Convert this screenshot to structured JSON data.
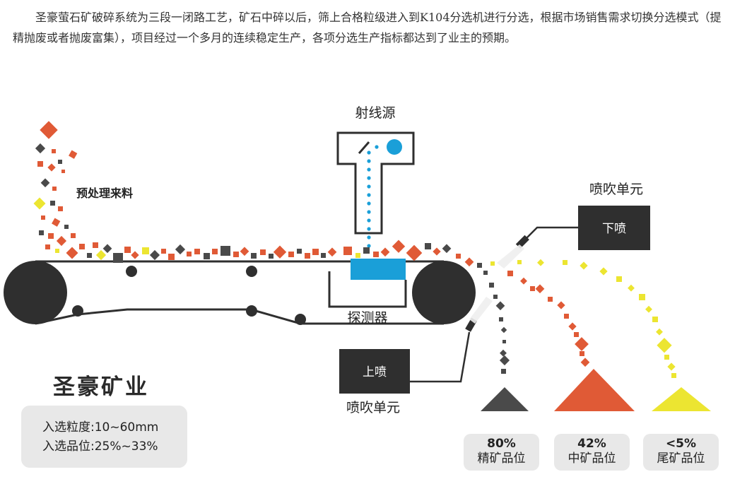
{
  "intro": "圣豪萤石矿破碎系统为三段一闭路工艺，矿石中碎以后，筛上合格粒级进入到K104分选机进行分选，根据市场销售需求切换分选模式（提精抛废或者抛废富集），项目经过一个多月的连续稳定生产，各项分选生产指标都达到了业主的预期。",
  "diagram": {
    "source_label": "射线源",
    "feed_label": "预处理来料",
    "detector_label": "探测器",
    "top_unit_label": "喷吹单元",
    "top_unit_box": "下喷",
    "bottom_unit_label": "喷吹单元",
    "bottom_unit_box": "上喷"
  },
  "brand": "圣豪矿业",
  "specs": [
    "入选粒度:10~60mm",
    "入选品位:25%~33%"
  ],
  "grades": [
    {
      "value": "80%",
      "label": "精矿品位",
      "color": "#555555"
    },
    {
      "value": "42%",
      "label": "中矿品位",
      "color": "#e05a36"
    },
    {
      "value": "<5%",
      "label": "尾矿品位",
      "color": "#ece531"
    }
  ],
  "colors": {
    "orange": "#e05a36",
    "gray": "#4a4a4a",
    "yellow": "#ece531",
    "blue": "#1a9fd8",
    "dark": "#2f2f2f"
  }
}
